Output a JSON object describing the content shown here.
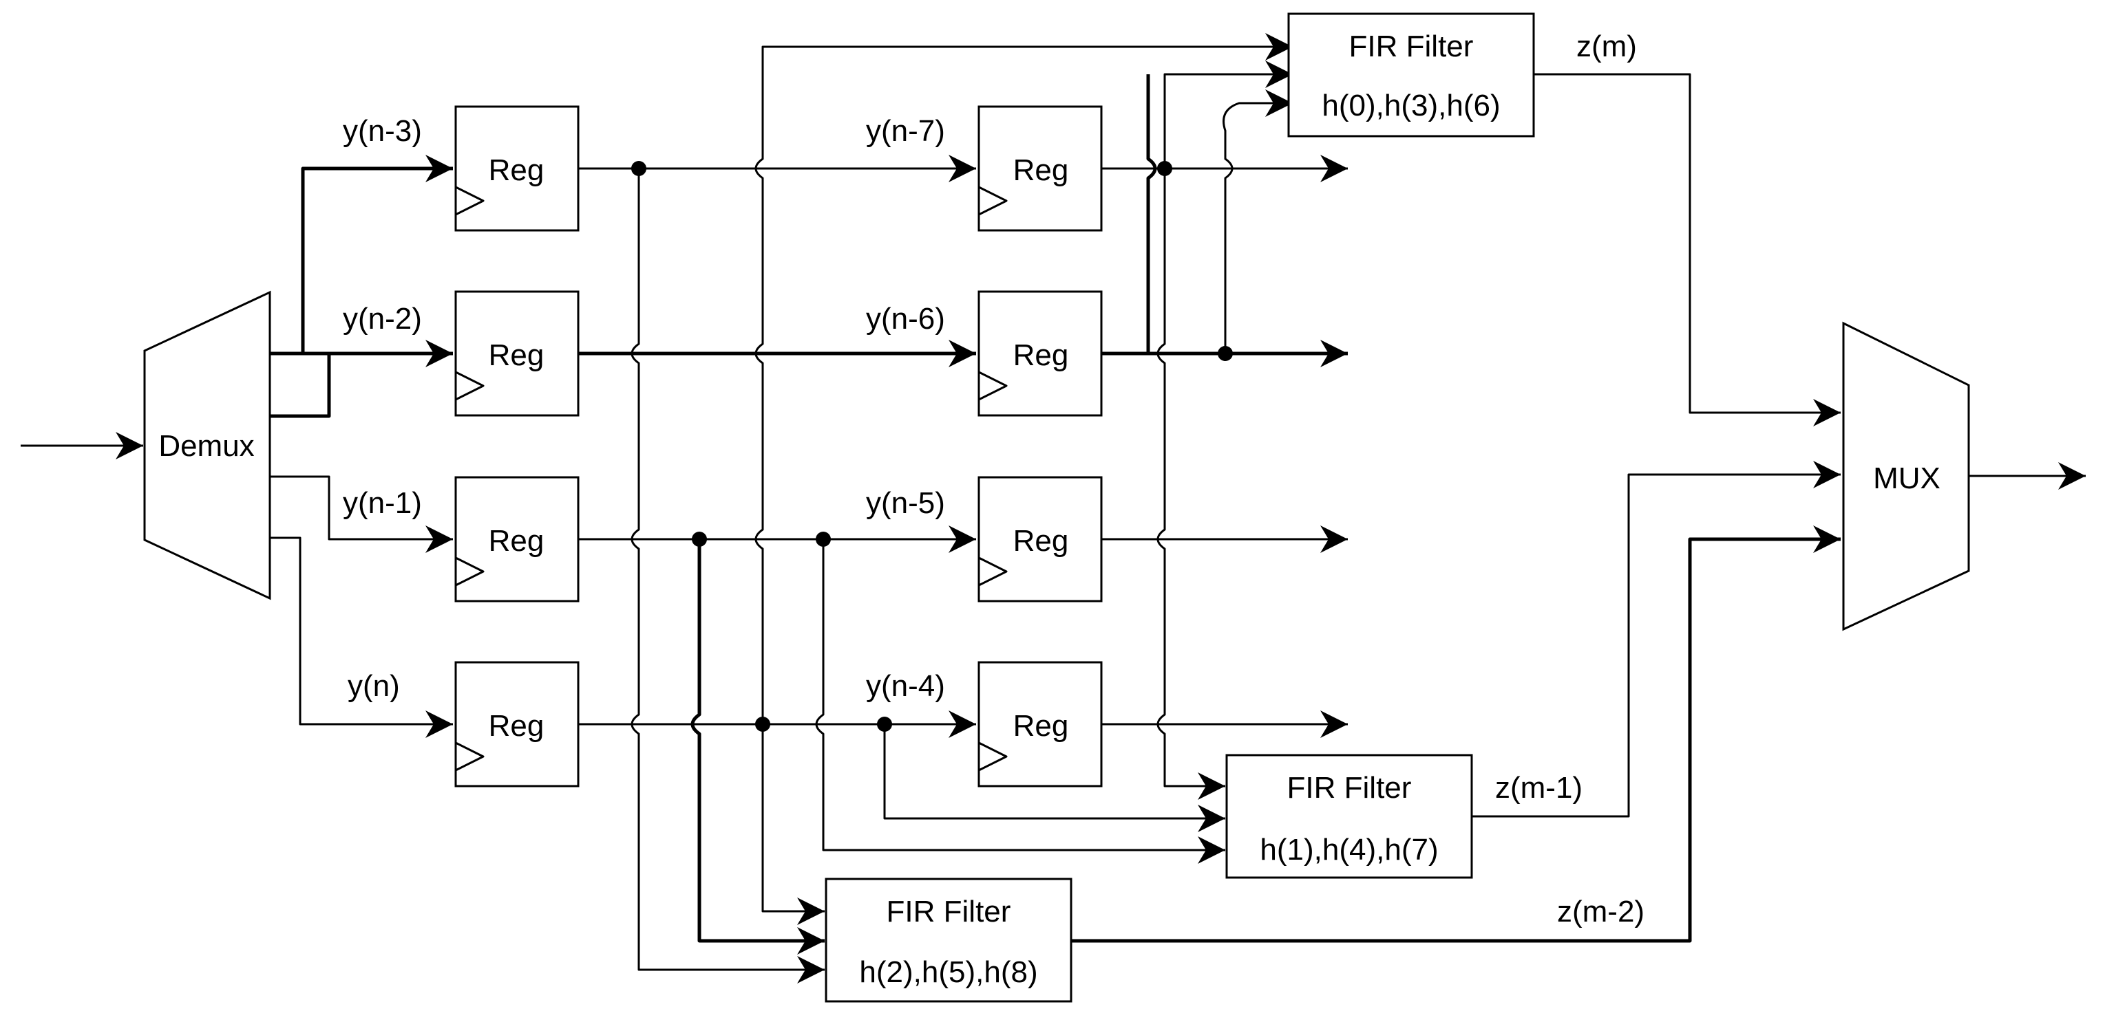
{
  "demux": {
    "label": "Demux"
  },
  "mux": {
    "label": "MUX"
  },
  "registers": [
    {
      "label": "Reg",
      "input": "y(n-3)"
    },
    {
      "label": "Reg",
      "input": "y(n-2)"
    },
    {
      "label": "Reg",
      "input": "y(n-1)"
    },
    {
      "label": "Reg",
      "input": "y(n)"
    },
    {
      "label": "Reg",
      "input": "y(n-7)"
    },
    {
      "label": "Reg",
      "input": "y(n-6)"
    },
    {
      "label": "Reg",
      "input": "y(n-5)"
    },
    {
      "label": "Reg",
      "input": "y(n-4)"
    }
  ],
  "filters": [
    {
      "title": "FIR Filter",
      "coeffs": "h(0),h(3),h(6)",
      "output": "z(m)"
    },
    {
      "title": "FIR Filter",
      "coeffs": "h(1),h(4),h(7)",
      "output": "z(m-1)"
    },
    {
      "title": "FIR Filter",
      "coeffs": "h(2),h(5),h(8)",
      "output": "z(m-2)"
    }
  ]
}
